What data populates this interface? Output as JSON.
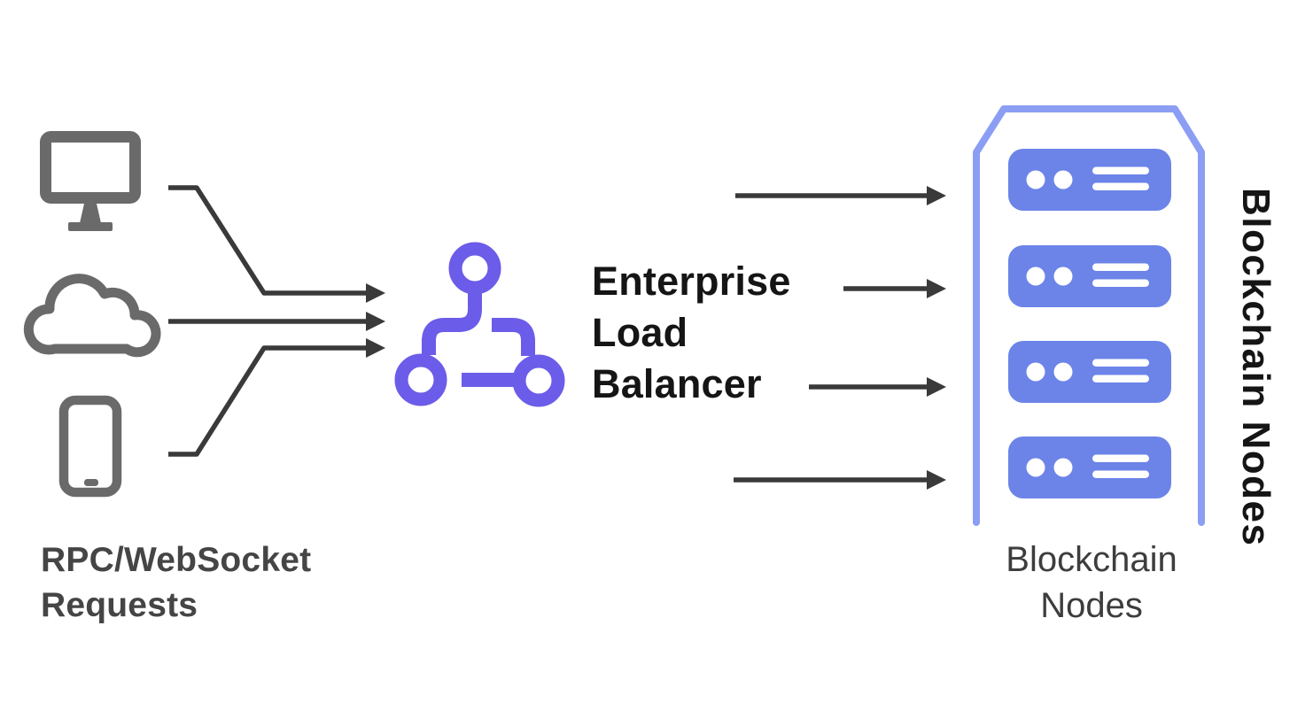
{
  "diagram": {
    "clients": {
      "label": "RPC/WebSocket\nRequests",
      "icons": [
        "desktop-computer",
        "cloud",
        "smartphone"
      ],
      "arrows_to_balancer": 3
    },
    "load_balancer": {
      "label": "Enterprise\nLoad\nBalancer",
      "icon": "load-balancer-network"
    },
    "nodes": {
      "label_bottom": "Blockchain\nNodes",
      "label_side": "Blockchain Nodes",
      "server_count": 4,
      "arrows_from_balancer": 4
    }
  },
  "colors": {
    "background": "#ffffff",
    "client_icon_gray": "#6a6a6a",
    "arrow_dark": "#3a3a3a",
    "balancer_purple": "#6b5ce9",
    "node_blue": "#6c84e8",
    "node_outline_blue": "#8c9ef3",
    "title_black": "#151515",
    "label_gray": "#454545",
    "nodes_label_gray": "#3d3d3d"
  }
}
